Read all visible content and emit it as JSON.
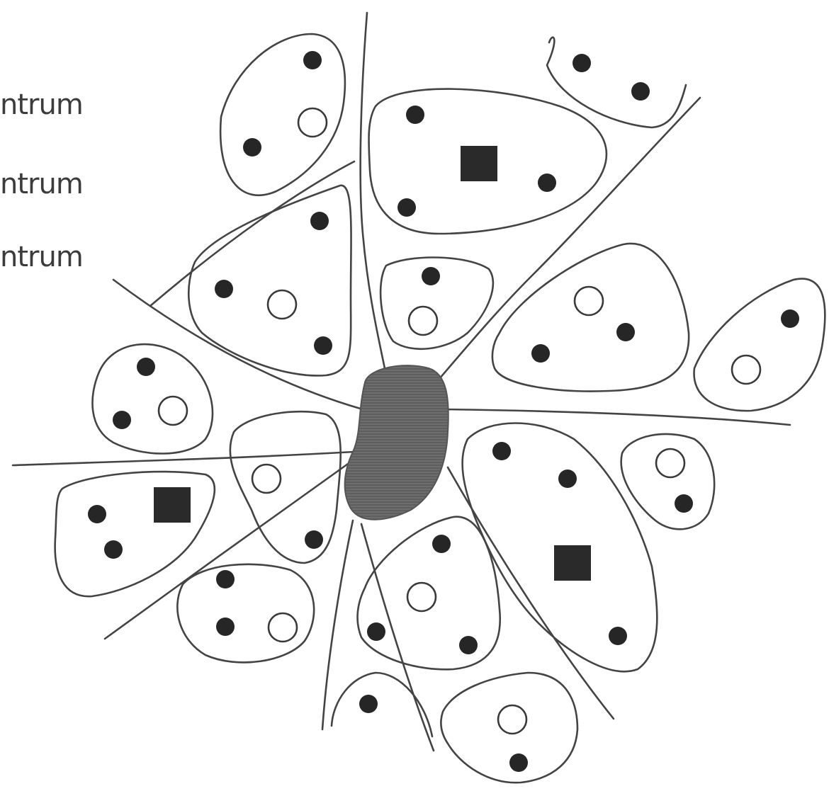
{
  "legend": {
    "items": [
      {
        "text": "ntrum"
      },
      {
        "text": "ntrum"
      },
      {
        "text": "ntrum"
      }
    ]
  },
  "colors": {
    "background": "#ffffff",
    "outline": "#444444",
    "filled_marker": "#262626",
    "hollow_marker": "#ffffff",
    "central_mass": "#6a6a6a"
  }
}
